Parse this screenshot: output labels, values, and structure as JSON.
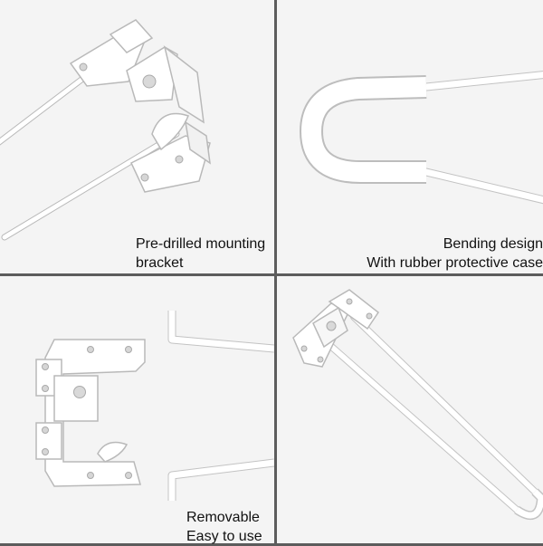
{
  "panels": [
    {
      "caption": [
        "Pre-drilled mounting",
        "bracket"
      ]
    },
    {
      "caption": [
        "Bending design",
        "With rubber protective case"
      ]
    },
    {
      "caption": [
        "Removable",
        "Easy to use"
      ]
    },
    {
      "caption": []
    }
  ],
  "colors": {
    "divider": "#5c5c5c",
    "background": "#f4f4f4",
    "metal": "#ffffff",
    "edge": "#b9b9b9"
  }
}
